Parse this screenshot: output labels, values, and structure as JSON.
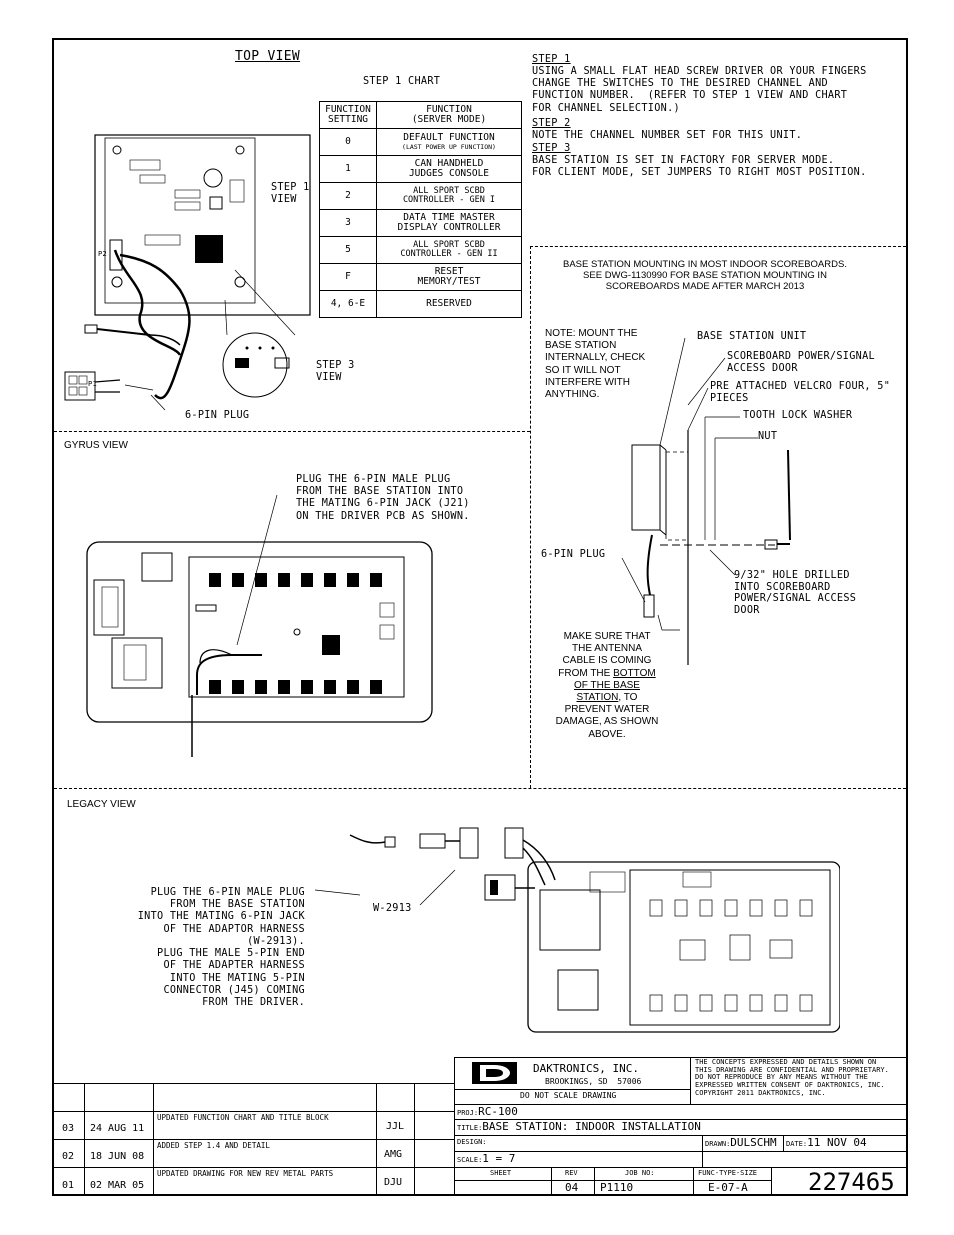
{
  "top_view": {
    "title": "TOP VIEW",
    "chart_title": "STEP 1 CHART",
    "chart_headers": [
      "FUNCTION\nSETTING",
      "FUNCTION\n(SERVER MODE)"
    ],
    "chart_rows": [
      {
        "setting": "0",
        "function": "DEFAULT FUNCTION",
        "note": "(LAST POWER UP FUNCTION)"
      },
      {
        "setting": "1",
        "function": "CAN HANDHELD\nJUDGES CONSOLE",
        "note": ""
      },
      {
        "setting": "2",
        "function": "ALL SPORT SCBD\nCONTROLLER - GEN I",
        "note": ""
      },
      {
        "setting": "3",
        "function": "DATA TIME MASTER\nDISPLAY CONTROLLER",
        "note": ""
      },
      {
        "setting": "5",
        "function": "ALL SPORT SCBD\nCONTROLLER - GEN II",
        "note": ""
      },
      {
        "setting": "F",
        "function": "RESET\nMEMORY/TEST",
        "note": ""
      },
      {
        "setting": "4, 6-E",
        "function": "RESERVED",
        "note": ""
      }
    ],
    "step1_view_label": "STEP 1\nVIEW",
    "step3_view_label": "STEP 3\nVIEW",
    "plug_label": "6-PIN PLUG",
    "p2_label": "P2",
    "p1_label": "P1"
  },
  "steps": {
    "step1_heading": "STEP 1",
    "step1_text": "USING A SMALL FLAT HEAD SCREW DRIVER OR YOUR FINGERS\nCHANGE THE SWITCHES TO THE DESIRED CHANNEL AND\nFUNCTION NUMBER.  (REFER TO STEP 1 VIEW AND CHART\nFOR CHANNEL SELECTION.)",
    "step2_heading": "STEP 2",
    "step2_text": "NOTE THE CHANNEL NUMBER SET FOR THIS UNIT.",
    "step3_heading": "STEP 3",
    "step3_text": "BASE STATION IS SET IN FACTORY FOR SERVER MODE.\nFOR CLIENT MODE, SET JUMPERS TO RIGHT MOST POSITION."
  },
  "mounting": {
    "header": "BASE STATION MOUNTING IN MOST INDOOR SCOREBOARDS.\nSEE DWG-1130990 FOR BASE STATION MOUNTING IN\nSCOREBOARDS MADE AFTER MARCH 2013",
    "note": "NOTE: MOUNT THE\nBASE STATION\nINTERNALLY, CHECK\nSO IT WILL NOT\nINTERFERE WITH\nANYTHING.",
    "label_unit": "BASE STATION UNIT",
    "label_door": "SCOREBOARD POWER/SIGNAL\nACCESS DOOR",
    "label_velcro": "PRE ATTACHED VELCRO FOUR, 5\"\nPIECES",
    "label_washer": "TOOTH LOCK WASHER",
    "label_nut": "NUT",
    "label_plug": "6-PIN PLUG",
    "label_hole": "9/32\" HOLE DRILLED\nINTO SCOREBOARD\nPOWER/SIGNAL ACCESS\nDOOR",
    "antenna_note_1": "MAKE SURE THAT\nTHE ANTENNA\nCABLE IS COMING\nFROM THE ",
    "antenna_note_bottom": "BOTTOM",
    "antenna_note_of": "OF THE BASE",
    "antenna_note_station": "STATION",
    "antenna_note_end": ", TO\nPREVENT WATER\nDAMAGE, AS SHOWN\nABOVE."
  },
  "gyrus": {
    "title": "GYRUS VIEW",
    "text": "PLUG THE 6-PIN MALE PLUG\nFROM THE BASE STATION INTO\nTHE MATING 6-PIN JACK (J21)\nON THE DRIVER PCB AS SHOWN."
  },
  "legacy": {
    "title": "LEGACY VIEW",
    "text": "PLUG THE 6-PIN MALE PLUG\nFROM THE BASE STATION\nINTO THE MATING 6-PIN JACK\nOF THE ADAPTOR HARNESS\n(W-2913).\nPLUG THE MALE 5-PIN END\nOF THE ADAPTER HARNESS\nINTO THE MATING 5-PIN\nCONNECTOR (J45) COMING\nFROM THE DRIVER.",
    "harness_label": "W-2913"
  },
  "title_block": {
    "company": "DAKTRONICS, INC.",
    "location": "BROOKINGS, SD  57006",
    "no_scale": "DO NOT SCALE DRAWING",
    "confidential": "THE CONCEPTS EXPRESSED AND DETAILS SHOWN ON\nTHIS DRAWING ARE CONFIDENTIAL AND PROPRIETARY.\nDO NOT REPRODUCE BY ANY MEANS WITHOUT THE\nEXPRESSED WRITTEN CONSENT OF DAKTRONICS, INC.\nCOPYRIGHT 2011 DAKTRONICS, INC.",
    "proj_label": "PROJ:",
    "proj": "RC-100",
    "title_label": "TITLE:",
    "title": "BASE STATION: INDOOR INSTALLATION",
    "design_label": "DESIGN:",
    "drawn_label": "DRAWN:",
    "drawn": "DULSCHM",
    "date_label": "DATE:",
    "date": "11 NOV 04",
    "scale_label": "SCALE:",
    "scale": "1 = 7",
    "sheet_label": "SHEET",
    "rev_label": "REV",
    "rev": "04",
    "job_label": "JOB NO:",
    "job": "P1110",
    "func_label": "FUNC-TYPE-SIZE",
    "func": "E-07-A",
    "drawing_number": "227465"
  },
  "revisions": [
    {
      "rev": "03",
      "date": "24 AUG 11",
      "desc": "UPDATED FUNCTION CHART AND TITLE BLOCK",
      "by": "JJL"
    },
    {
      "rev": "02",
      "date": "18 JUN 08",
      "desc": "ADDED STEP 1.4 AND DETAIL",
      "by": "AMG"
    },
    {
      "rev": "01",
      "date": "02 MAR 05",
      "desc": "UPDATED DRAWING FOR NEW REV METAL PARTS",
      "by": "DJU"
    }
  ]
}
